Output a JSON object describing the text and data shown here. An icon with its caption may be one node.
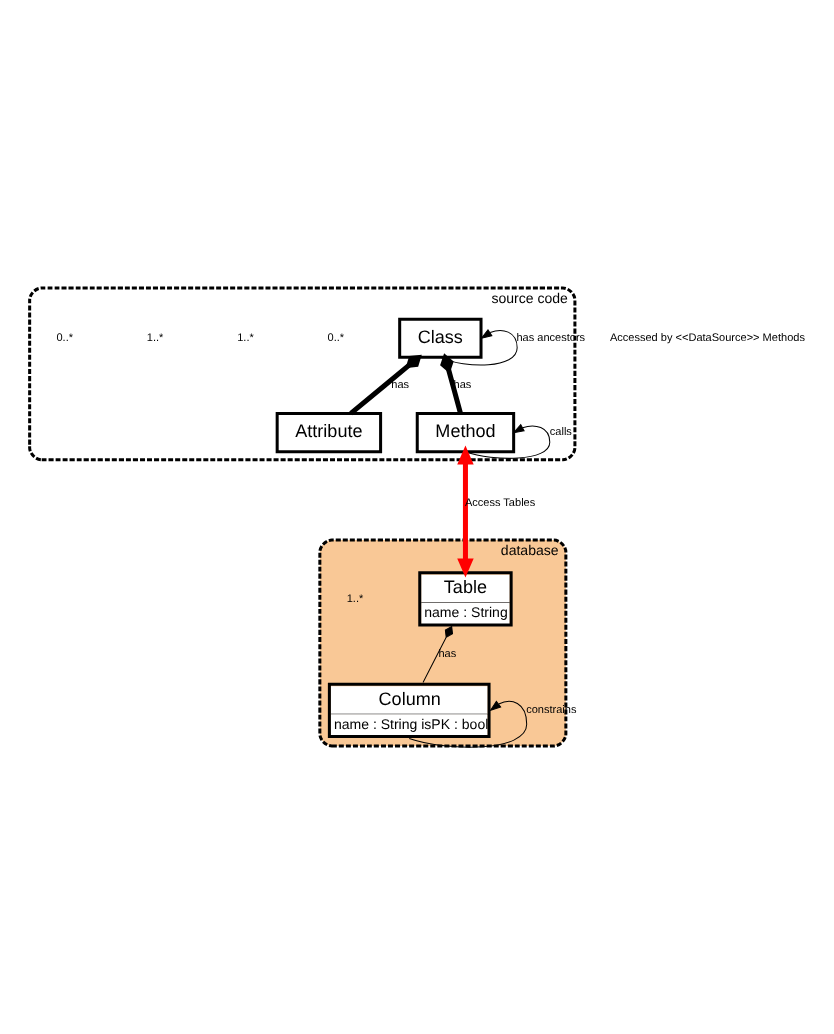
{
  "diagram": {
    "nodes": [
      {
        "text": [
          "source code"
        ]
      },
      {
        "text": [
          "Class"
        ],
        "in": 0
      },
      {
        "text": [
          "Attribute"
        ],
        "in": 0
      },
      {
        "text": [
          "Method"
        ],
        "in": 0
      },
      {
        "text": [
          "database"
        ]
      },
      {
        "text": [
          "Table",
          "name : String"
        ],
        "in": 4
      },
      {
        "text": [
          "Column",
          "name : String isPK : bool"
        ],
        "in": 4
      }
    ],
    "edges": [
      {
        "from": 1,
        "to": 1,
        "arrow": "to",
        "label": "has ancestors"
      },
      {
        "from": 1,
        "to": 2,
        "arrow": "other",
        "label": "has",
        "style": "thick"
      },
      {
        "from": 1,
        "to": 3,
        "arrow": "other",
        "label": "has",
        "style": "thick"
      },
      {
        "from": 3,
        "to": 3,
        "arrow": "to",
        "label": "calls"
      },
      {
        "from": 3,
        "to": 5,
        "arrow": "both",
        "label": "Access Tables",
        "style": "thick",
        "color": "#ff0000"
      },
      {
        "from": 5,
        "to": 6,
        "arrow": "other",
        "label": "has"
      },
      {
        "from": 6,
        "to": 6,
        "arrow": "to",
        "label": "constrains"
      }
    ],
    "labels": [
      "0..*",
      "1..*",
      "1..*",
      "0..*",
      "Accessed by <<DataSource>> Methods",
      "1..*"
    ]
  }
}
